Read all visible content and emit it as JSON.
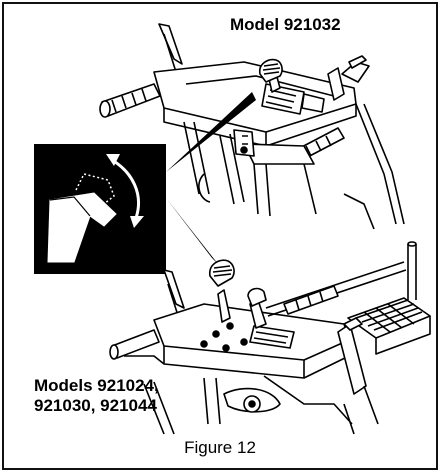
{
  "figure": {
    "top_label": "Model 921032",
    "bottom_label_line1": "Models 921024,",
    "bottom_label_line2": "921030, 921044",
    "caption": "Figure 12"
  },
  "icons": {
    "inset": "chute-deflector-tilt-icon",
    "arrow": "curved-double-arrow-icon"
  },
  "colors": {
    "ink": "#000000",
    "paper": "#ffffff"
  }
}
